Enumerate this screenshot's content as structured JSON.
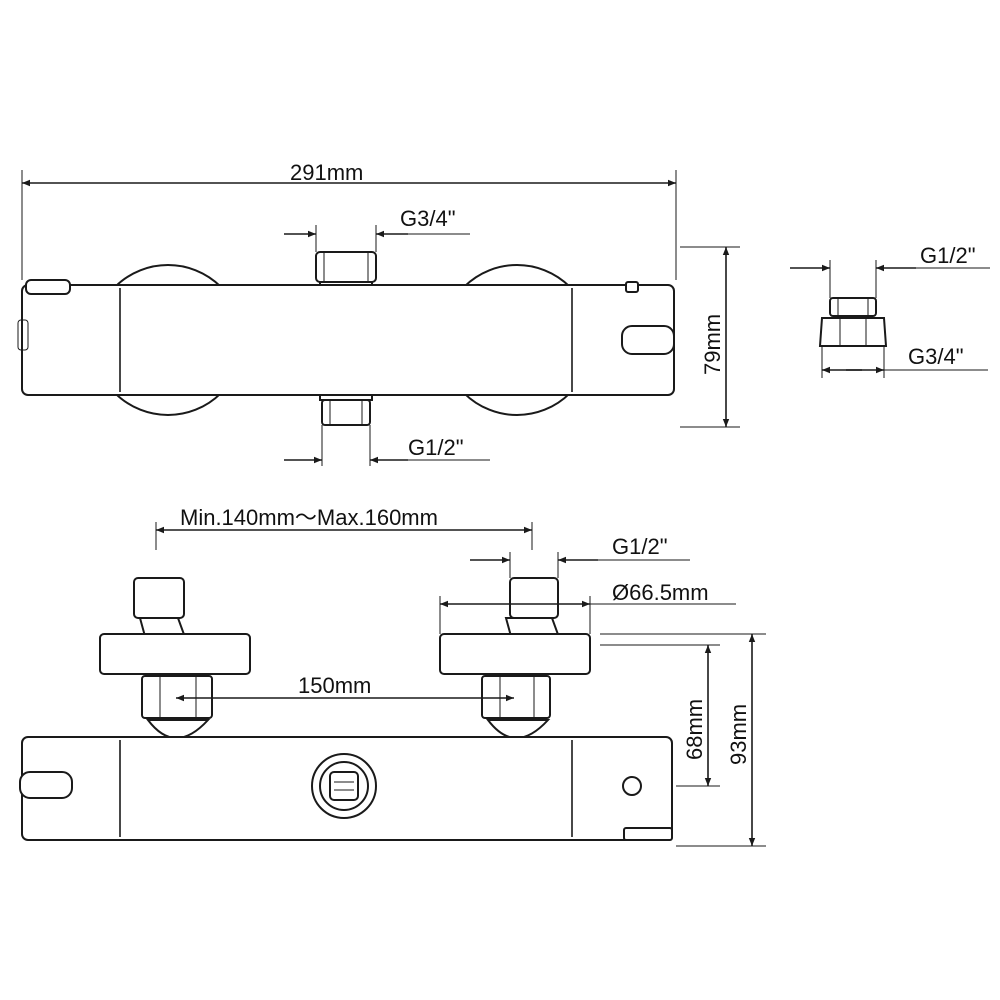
{
  "dimensions": {
    "overall_length": "291mm",
    "top_inlet_thread": "G3/4\"",
    "bottom_outlet_thread": "G1/2\"",
    "body_height": "79mm",
    "adapter_inner_thread": "G1/2\"",
    "adapter_outer_thread": "G3/4\"",
    "center_range": "Min.140mm～Max.160mm",
    "inlet_thread": "G1/2\"",
    "flange_diameter": "Ø66.5mm",
    "center_distance": "150mm",
    "depth_short": "68mm",
    "depth_total": "93mm"
  }
}
